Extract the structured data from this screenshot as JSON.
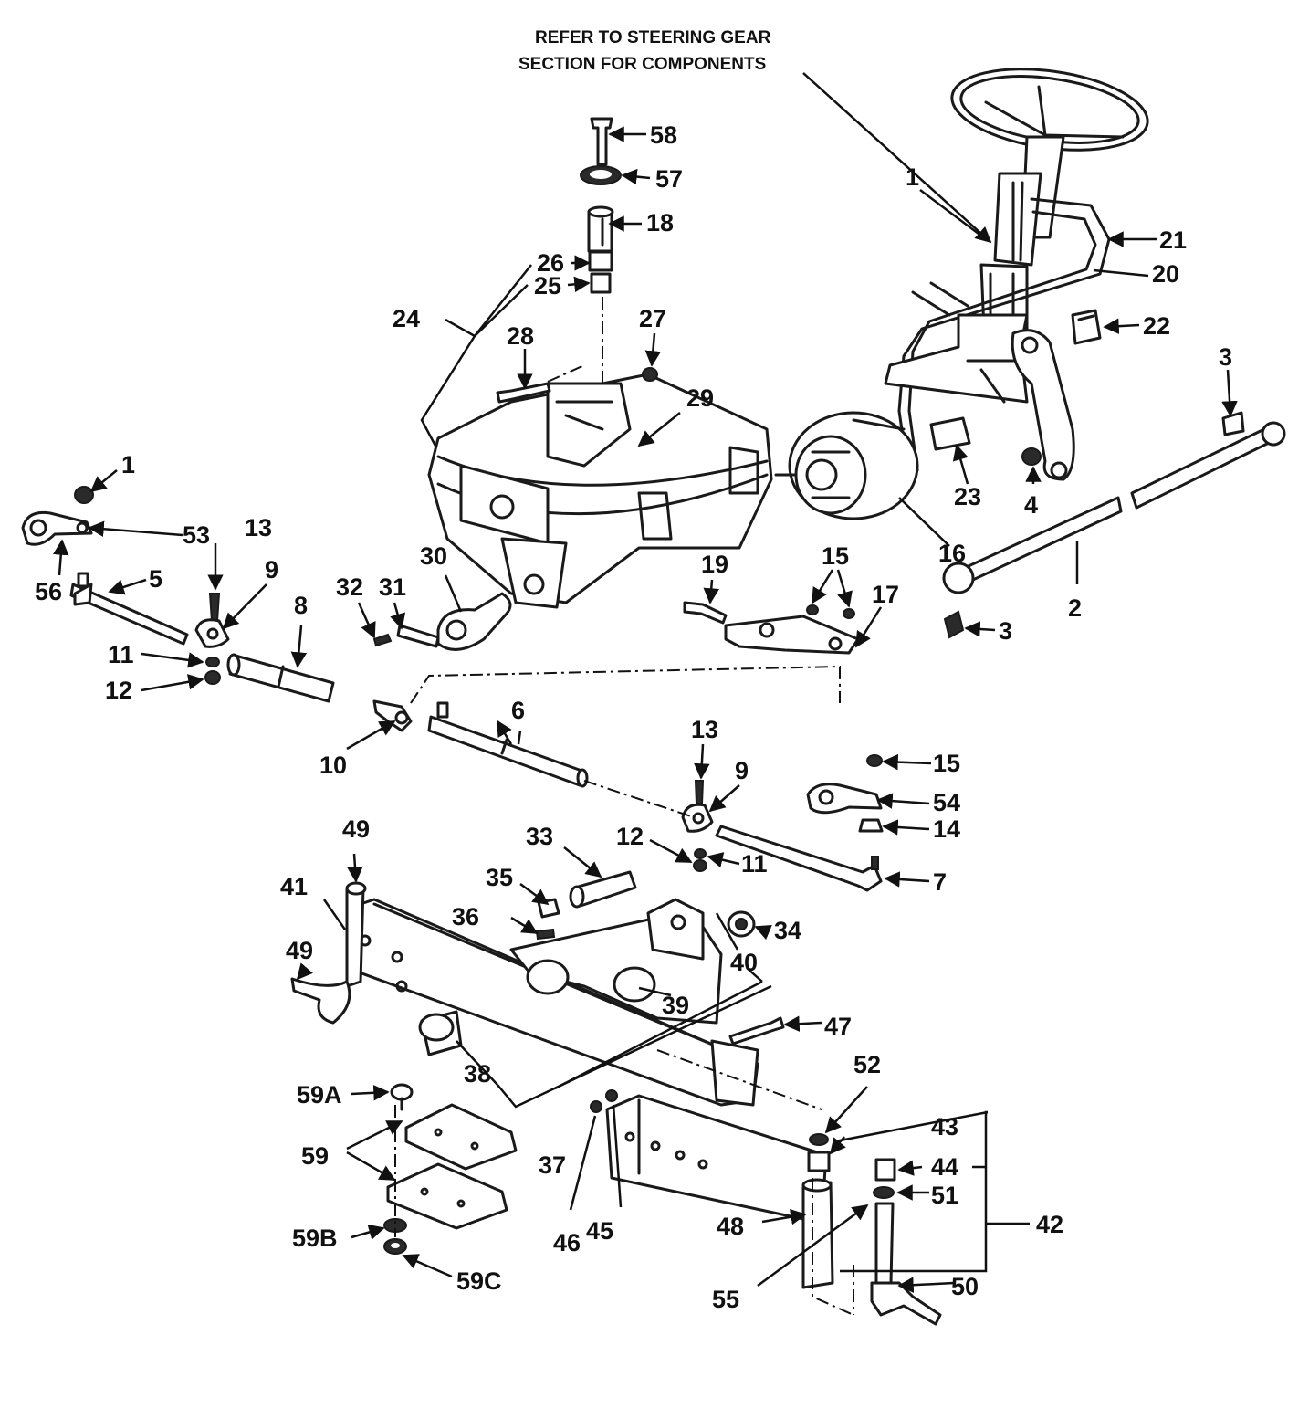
{
  "note": {
    "line1": "REFER TO STEERING GEAR",
    "line2": "SECTION FOR COMPONENTS"
  },
  "callouts": [
    {
      "id": "c1a",
      "text": "1"
    },
    {
      "id": "c1b",
      "text": "1"
    },
    {
      "id": "c2",
      "text": "2"
    },
    {
      "id": "c3a",
      "text": "3"
    },
    {
      "id": "c3b",
      "text": "3"
    },
    {
      "id": "c4",
      "text": "4"
    },
    {
      "id": "c5",
      "text": "5"
    },
    {
      "id": "c6",
      "text": "6"
    },
    {
      "id": "c7",
      "text": "7"
    },
    {
      "id": "c8",
      "text": "8"
    },
    {
      "id": "c9a",
      "text": "9"
    },
    {
      "id": "c9b",
      "text": "9"
    },
    {
      "id": "c10",
      "text": "10"
    },
    {
      "id": "c11a",
      "text": "11"
    },
    {
      "id": "c11b",
      "text": "11"
    },
    {
      "id": "c12a",
      "text": "12"
    },
    {
      "id": "c12b",
      "text": "12"
    },
    {
      "id": "c13a",
      "text": "13"
    },
    {
      "id": "c13b",
      "text": "13"
    },
    {
      "id": "c14",
      "text": "14"
    },
    {
      "id": "c15a",
      "text": "15"
    },
    {
      "id": "c15b",
      "text": "15"
    },
    {
      "id": "c16",
      "text": "16"
    },
    {
      "id": "c17",
      "text": "17"
    },
    {
      "id": "c18",
      "text": "18"
    },
    {
      "id": "c19",
      "text": "19"
    },
    {
      "id": "c20",
      "text": "20"
    },
    {
      "id": "c21",
      "text": "21"
    },
    {
      "id": "c22",
      "text": "22"
    },
    {
      "id": "c23",
      "text": "23"
    },
    {
      "id": "c24",
      "text": "24"
    },
    {
      "id": "c25",
      "text": "25"
    },
    {
      "id": "c26",
      "text": "26"
    },
    {
      "id": "c27",
      "text": "27"
    },
    {
      "id": "c28",
      "text": "28"
    },
    {
      "id": "c29",
      "text": "29"
    },
    {
      "id": "c30",
      "text": "30"
    },
    {
      "id": "c31",
      "text": "31"
    },
    {
      "id": "c32",
      "text": "32"
    },
    {
      "id": "c33",
      "text": "33"
    },
    {
      "id": "c34",
      "text": "34"
    },
    {
      "id": "c35",
      "text": "35"
    },
    {
      "id": "c36",
      "text": "36"
    },
    {
      "id": "c37",
      "text": "37"
    },
    {
      "id": "c38",
      "text": "38"
    },
    {
      "id": "c39",
      "text": "39"
    },
    {
      "id": "c40",
      "text": "40"
    },
    {
      "id": "c41",
      "text": "41"
    },
    {
      "id": "c42",
      "text": "42"
    },
    {
      "id": "c43",
      "text": "43"
    },
    {
      "id": "c44",
      "text": "44"
    },
    {
      "id": "c45",
      "text": "45"
    },
    {
      "id": "c46",
      "text": "46"
    },
    {
      "id": "c47",
      "text": "47"
    },
    {
      "id": "c48",
      "text": "48"
    },
    {
      "id": "c49a",
      "text": "49"
    },
    {
      "id": "c49b",
      "text": "49"
    },
    {
      "id": "c50",
      "text": "50"
    },
    {
      "id": "c51",
      "text": "51"
    },
    {
      "id": "c52",
      "text": "52"
    },
    {
      "id": "c53",
      "text": "53"
    },
    {
      "id": "c54",
      "text": "54"
    },
    {
      "id": "c55",
      "text": "55"
    },
    {
      "id": "c56",
      "text": "56"
    },
    {
      "id": "c57",
      "text": "57"
    },
    {
      "id": "c58",
      "text": "58"
    },
    {
      "id": "c59",
      "text": "59"
    },
    {
      "id": "c59a",
      "text": "59A"
    },
    {
      "id": "c59b",
      "text": "59B"
    },
    {
      "id": "c59c",
      "text": "59C"
    }
  ]
}
